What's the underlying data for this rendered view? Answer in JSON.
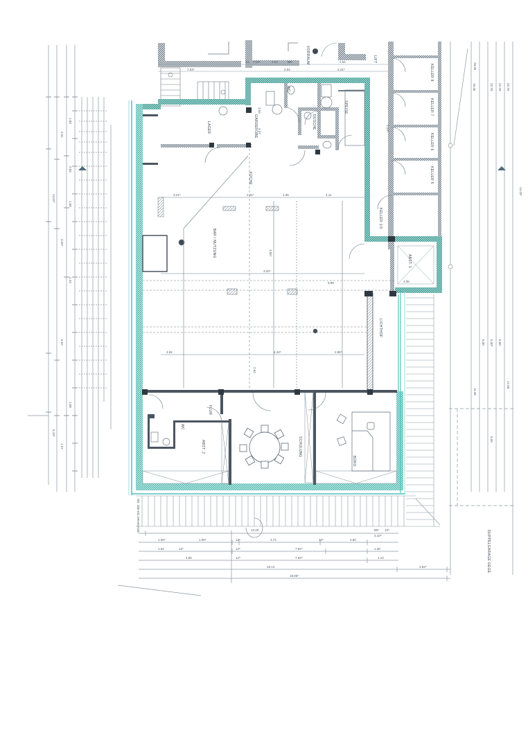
{
  "document": {
    "type": "architectural floor plan (scanned)",
    "orientation": "rotated 90 degrees",
    "colors": {
      "paper": "#ffffff",
      "line": "#5d6b77",
      "wall_dark": "#3a4550",
      "accent_wall": "#3fb8b0",
      "accent_light": "#9fdcd6"
    }
  },
  "rooms": {
    "lager": "LAGER",
    "garderobe": "GARDEROBE",
    "wc": "WC",
    "wc2": "WC",
    "dusche": "DUSCHE",
    "speise": "SPEISE",
    "kueche": "KÜCHE",
    "keller5": "KELLER 5",
    "keller6": "KELLER 6",
    "keller7": "KELLER 7",
    "keller8": "KELLER 8",
    "keller_wz": "KELLER 1/3",
    "abst1": "ABST. 1",
    "abst2": "ABST. 2",
    "flur": "FLUR",
    "lichthof": "LICHTHOF",
    "schulung": "SCHULUNG",
    "buero": "BÜRO",
    "vorraum": "VORRAUM",
    "lift": "LIFT",
    "nutzung": "BAR / NUTZUNG"
  },
  "labels": {
    "carport": "DUPPELGARAGE GEGE",
    "drainage": "DR. 300 KG DRAINAGE"
  },
  "dimensions": {
    "top_row1": [
      "7.03⁵",
      "24",
      "1.08⁵",
      "7⁵",
      "1.00",
      "56⁵",
      "11⁵",
      "3⁵",
      "1.64",
      "2⁵"
    ],
    "top_row2": [
      "25",
      "2.04",
      "2.41⁵"
    ],
    "bottom_row1": [
      "13.20",
      "30",
      "88⁵",
      "12⁵",
      "10"
    ],
    "bottom_row2": [
      "1.36⁵",
      "1.06⁵",
      "12⁵",
      "4.74",
      "12⁵",
      "4.50",
      "2.10⁵"
    ],
    "bottom_row3": [
      "1.64",
      "12⁵",
      "12⁵",
      "7.92⁵",
      "1.38",
      "10"
    ],
    "bottom_row4": [
      "4.85",
      "12⁵",
      "7.92⁵",
      "1.14"
    ],
    "bottom_total1": [
      "15.14",
      "3.52⁵"
    ],
    "bottom_total2": "18.06⁵",
    "interior": [
      "3.21⁵",
      "2.31⁵",
      "1.35",
      "4.11",
      "4.82",
      "4.42⁵",
      "2.85⁵",
      "5.99",
      "4.35",
      "3.20⁵",
      "2.62",
      "3.66",
      "3.37",
      "2.23⁵",
      "4.55⁵"
    ],
    "left_chain": [
      "1.00",
      "2.31",
      "2.83",
      "1.50",
      "3.26⁵",
      "1.24",
      "5.62",
      "5.10⁵",
      "1.27",
      "14.07⁵"
    ],
    "right_chain": [
      "26.95",
      "22.70",
      "22.70",
      "22.70",
      "19.45",
      "5.30",
      "5.30⁵",
      "5.50",
      "5.60",
      "17.00",
      "11.35",
      "14.43⁵"
    ]
  }
}
